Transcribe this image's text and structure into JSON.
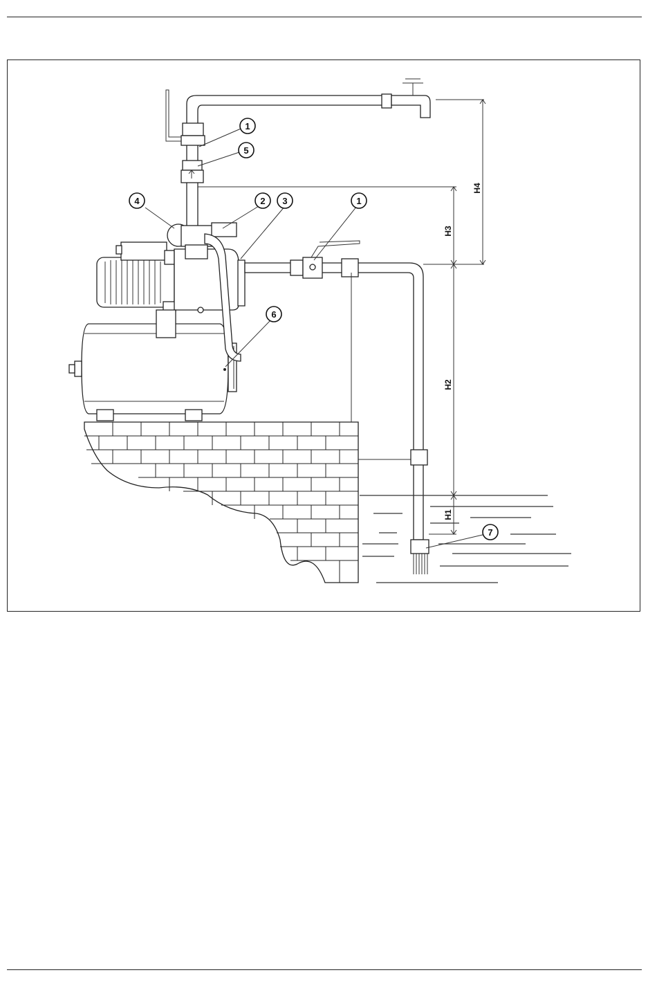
{
  "callouts": [
    {
      "id": "valve-top",
      "label": "1"
    },
    {
      "id": "check-valve",
      "label": "5"
    },
    {
      "id": "tank-connector",
      "label": "4"
    },
    {
      "id": "pump-outlet",
      "label": "2"
    },
    {
      "id": "pump-inlet",
      "label": "3"
    },
    {
      "id": "valve-suction",
      "label": "1"
    },
    {
      "id": "tank",
      "label": "6"
    },
    {
      "id": "foot-valve",
      "label": "7"
    }
  ],
  "dimensions": {
    "h1": "H1",
    "h2": "H2",
    "h3": "H3",
    "h4": "H4"
  }
}
